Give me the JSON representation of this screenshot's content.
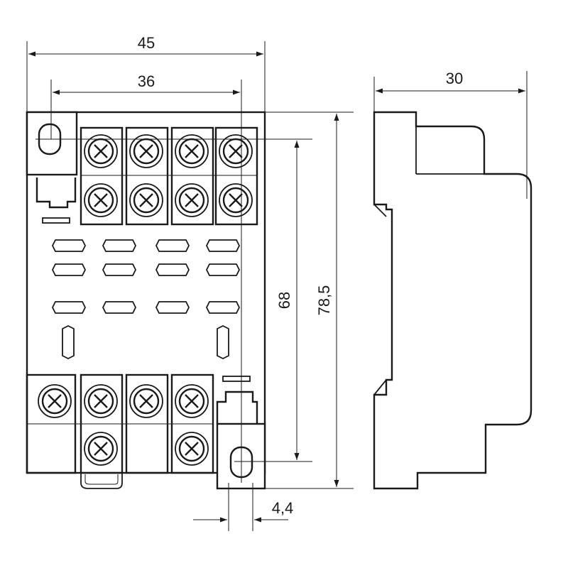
{
  "dimensions": {
    "overall_width": "45",
    "pin_spacing": "36",
    "side_depth": "30",
    "hole_spacing": "68",
    "overall_height": "78,5",
    "hole_diameter": "4,4"
  },
  "icons": {
    "screw_terminal": "screw-terminal-icon",
    "mounting_hole": "mounting-hole-icon",
    "pin_socket": "pin-socket-icon"
  }
}
